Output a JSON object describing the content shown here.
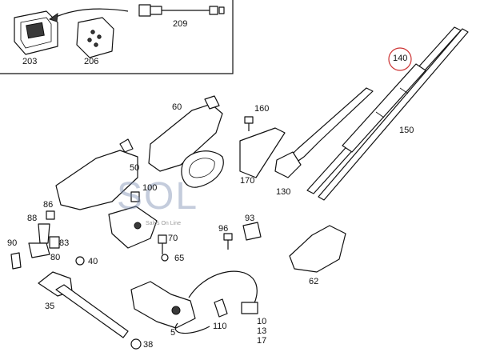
{
  "labels": [
    {
      "id": "203",
      "text": "203"
    },
    {
      "id": "206",
      "text": "206"
    },
    {
      "id": "209",
      "text": "209"
    },
    {
      "id": "140",
      "text": "140"
    },
    {
      "id": "150",
      "text": "150"
    },
    {
      "id": "160",
      "text": "160"
    },
    {
      "id": "60",
      "text": "60"
    },
    {
      "id": "50",
      "text": "50"
    },
    {
      "id": "170",
      "text": "170"
    },
    {
      "id": "130",
      "text": "130"
    },
    {
      "id": "100",
      "text": "100"
    },
    {
      "id": "86",
      "text": "86"
    },
    {
      "id": "88",
      "text": "88"
    },
    {
      "id": "83",
      "text": "83"
    },
    {
      "id": "90",
      "text": "90"
    },
    {
      "id": "80",
      "text": "80"
    },
    {
      "id": "40",
      "text": "40"
    },
    {
      "id": "70",
      "text": "70"
    },
    {
      "id": "65",
      "text": "65"
    },
    {
      "id": "96",
      "text": "96"
    },
    {
      "id": "93",
      "text": "93"
    },
    {
      "id": "62",
      "text": "62"
    },
    {
      "id": "35",
      "text": "35"
    },
    {
      "id": "5",
      "text": "5"
    },
    {
      "id": "110",
      "text": "110"
    },
    {
      "id": "10",
      "text": "10"
    },
    {
      "id": "13",
      "text": "13"
    },
    {
      "id": "17",
      "text": "17"
    },
    {
      "id": "38",
      "text": "38"
    }
  ],
  "watermark": {
    "logo": "SOL",
    "tagline": "Sales On Line"
  }
}
